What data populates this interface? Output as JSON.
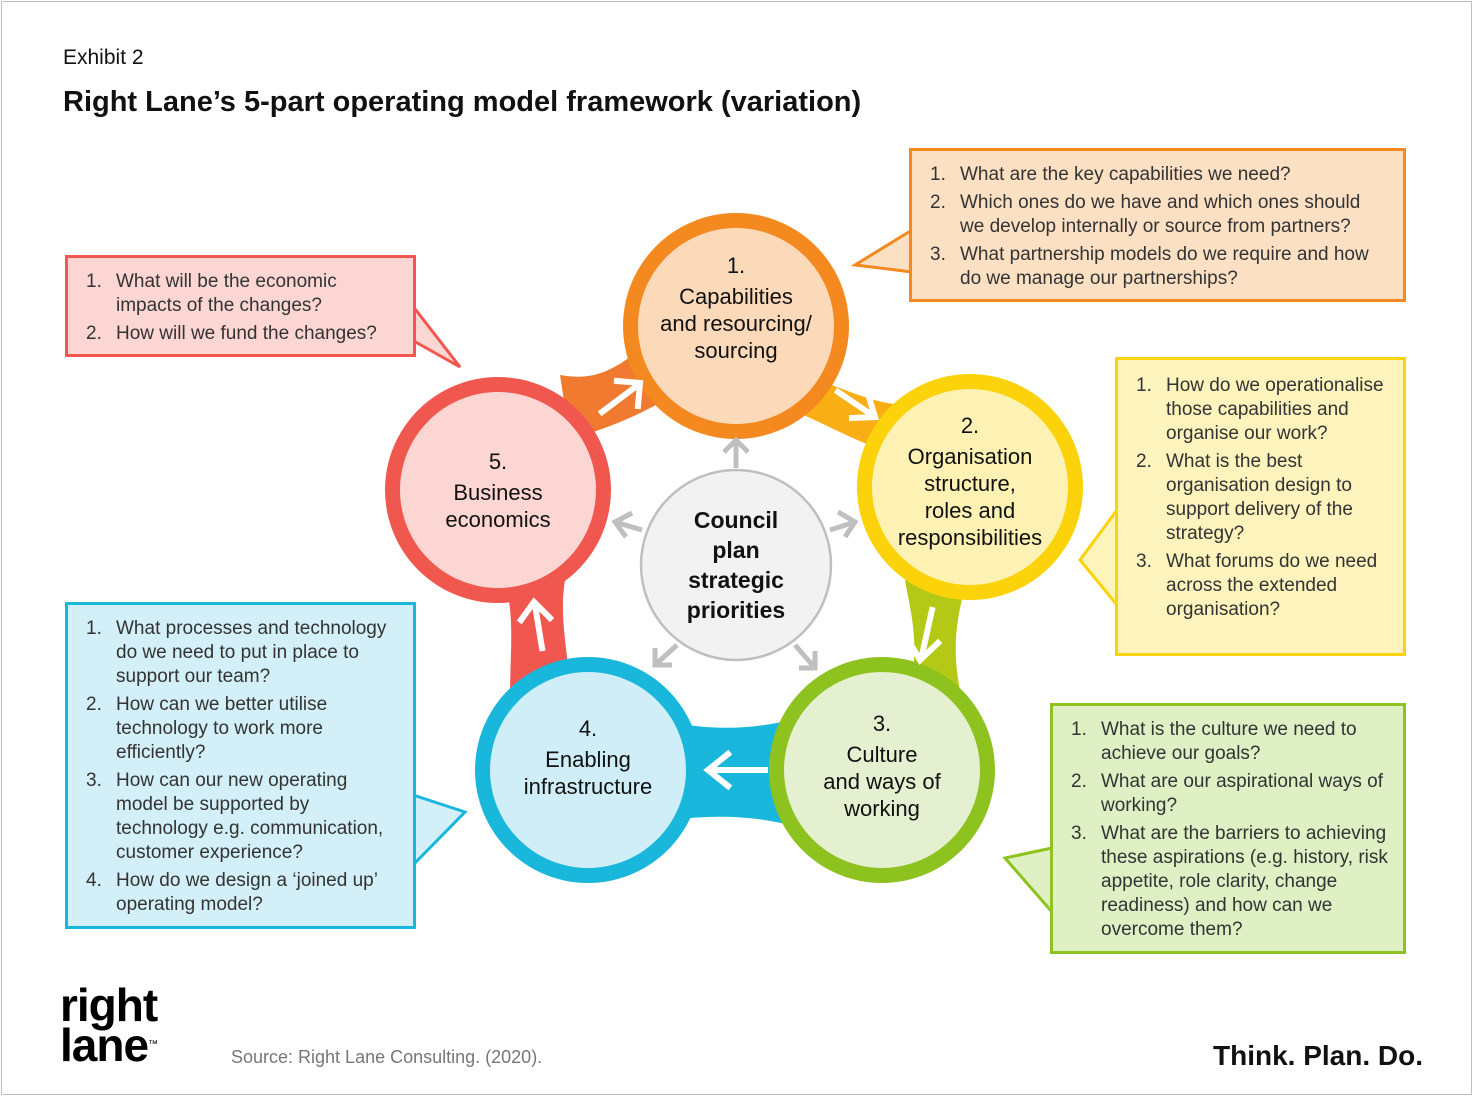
{
  "header": {
    "exhibit": "Exhibit 2",
    "title": "Right Lane’s 5-part operating model framework (variation)"
  },
  "center": {
    "lines": [
      "Council",
      "plan",
      "strategic",
      "priorities"
    ]
  },
  "circles": [
    {
      "number": "1.",
      "lines": [
        "Capabilities",
        "and resourcing/",
        "sourcing"
      ],
      "ring_color": "#f4891f",
      "fill_color": "#fcd9b8"
    },
    {
      "number": "2.",
      "lines": [
        "Organisation",
        "structure,",
        "roles and",
        "responsibilities"
      ],
      "ring_color": "#fcd20a",
      "fill_color": "#fdf2b4"
    },
    {
      "number": "3.",
      "lines": [
        "Culture",
        "and ways of",
        "working"
      ],
      "ring_color": "#8dc21f",
      "fill_color": "#e4f0cf"
    },
    {
      "number": "4.",
      "lines": [
        "Enabling",
        "infrastructure"
      ],
      "ring_color": "#19b7dc",
      "fill_color": "#cfeef7"
    },
    {
      "number": "5.",
      "lines": [
        "Business",
        "economics"
      ],
      "ring_color": "#f0584f",
      "fill_color": "#fcd6d3"
    }
  ],
  "question_boxes": [
    {
      "id": "capabilities",
      "border": "#f4891f",
      "fill": "#fce0c4",
      "items": [
        {
          "n": "1.",
          "text": "What are the key capabilities we need?"
        },
        {
          "n": "2.",
          "text": "Which ones do we have and which ones should we develop internally or source from partners?"
        },
        {
          "n": "3.",
          "text": "What partnership models do we require and how do we manage our partnerships?"
        }
      ]
    },
    {
      "id": "organisation",
      "border": "#fcd20a",
      "fill": "#fdf3bc",
      "items": [
        {
          "n": "1.",
          "text": "How do we operationalise those capabilities and organise our work?"
        },
        {
          "n": "2.",
          "text": "What is the best organisation design to support delivery of the strategy?"
        },
        {
          "n": "3.",
          "text": "What forums do we need across the extended organisation?"
        }
      ]
    },
    {
      "id": "culture",
      "border": "#8dc21f",
      "fill": "#def0c4",
      "items": [
        {
          "n": "1.",
          "text": "What is the culture we need to achieve our goals?"
        },
        {
          "n": "2.",
          "text": "What are our aspirational ways of working?"
        },
        {
          "n": "3.",
          "text": "What are the barriers to achieving these aspirations (e.g. history, risk appetite, role clarity, change readiness) and how can we overcome them?"
        }
      ]
    },
    {
      "id": "infrastructure",
      "border": "#19b7dc",
      "fill": "#d3eff7",
      "items": [
        {
          "n": "1.",
          "text": "What processes and technology do we need to put in place to support our team?"
        },
        {
          "n": "2.",
          "text": "How can we better utilise technology to work more efficiently?"
        },
        {
          "n": "3.",
          "text": "How can our new operating model be supported by technology e.g. communication, customer experience?"
        },
        {
          "n": "4.",
          "text": "How do we design a ‘joined up’ operating model?"
        }
      ]
    },
    {
      "id": "economics",
      "border": "#f0584f",
      "fill": "#fcd6d3",
      "items": [
        {
          "n": "1.",
          "text": "What will be the economic impacts of the changes?"
        },
        {
          "n": "2.",
          "text": "How will we fund the changes?"
        }
      ]
    }
  ],
  "footer": {
    "logo_line1": "right",
    "logo_line2": "lane",
    "logo_tm": "™",
    "source": "Source: Right Lane Consulting. (2020).",
    "tagline": "Think. Plan. Do."
  }
}
